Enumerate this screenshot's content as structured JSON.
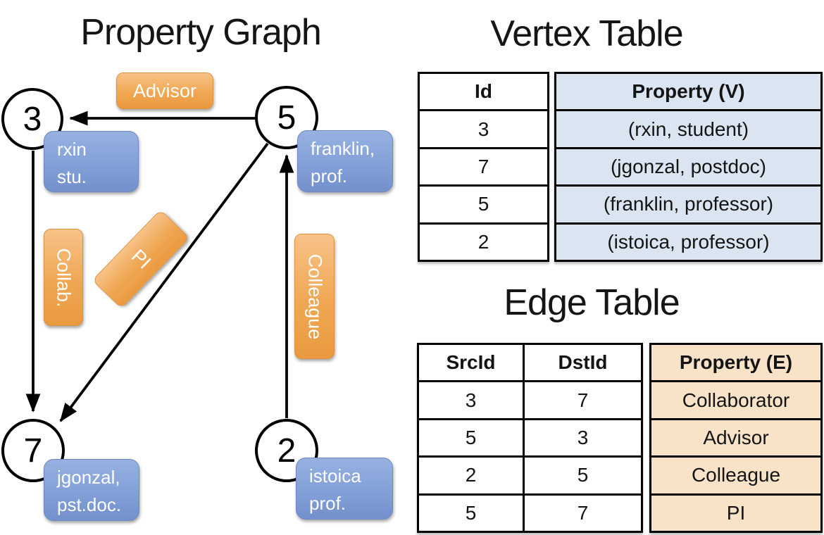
{
  "titles": {
    "graph": "Property Graph",
    "vertex": "Vertex Table",
    "edge": "Edge Table"
  },
  "graph": {
    "nodes": [
      {
        "id": "3",
        "prop_line1": "rxin",
        "prop_line2": "stu."
      },
      {
        "id": "5",
        "prop_line1": "franklin,",
        "prop_line2": "prof."
      },
      {
        "id": "7",
        "prop_line1": "jgonzal,",
        "prop_line2": "pst.doc."
      },
      {
        "id": "2",
        "prop_line1": "istoica",
        "prop_line2": "prof."
      }
    ],
    "edge_labels": {
      "advisor": "Advisor",
      "collab": "Collab.",
      "pi": "PI",
      "colleague": "Colleague"
    }
  },
  "vertex_table": {
    "headers": {
      "id": "Id",
      "property": "Property (V)"
    },
    "rows": [
      {
        "id": "3",
        "property": "(rxin, student)"
      },
      {
        "id": "7",
        "property": "(jgonzal, postdoc)"
      },
      {
        "id": "5",
        "property": "(franklin, professor)"
      },
      {
        "id": "2",
        "property": "(istoica, professor)"
      }
    ]
  },
  "edge_table": {
    "headers": {
      "src": "SrcId",
      "dst": "DstId",
      "property": "Property (E)"
    },
    "rows": [
      {
        "src": "3",
        "dst": "7",
        "property": "Collaborator"
      },
      {
        "src": "5",
        "dst": "3",
        "property": "Advisor"
      },
      {
        "src": "2",
        "dst": "5",
        "property": "Colleague"
      },
      {
        "src": "5",
        "dst": "7",
        "property": "PI"
      }
    ]
  },
  "colors": {
    "edge_label_fill_top": "#f8c288",
    "edge_label_fill_bottom": "#ea9a3f",
    "vertex_label_fill_top": "#97b1e0",
    "vertex_label_fill_bottom": "#7490cd",
    "vertex_property_column_fill": "#dbe5f2",
    "edge_property_column_fill": "#f8e3c9",
    "line_color": "#000000"
  }
}
